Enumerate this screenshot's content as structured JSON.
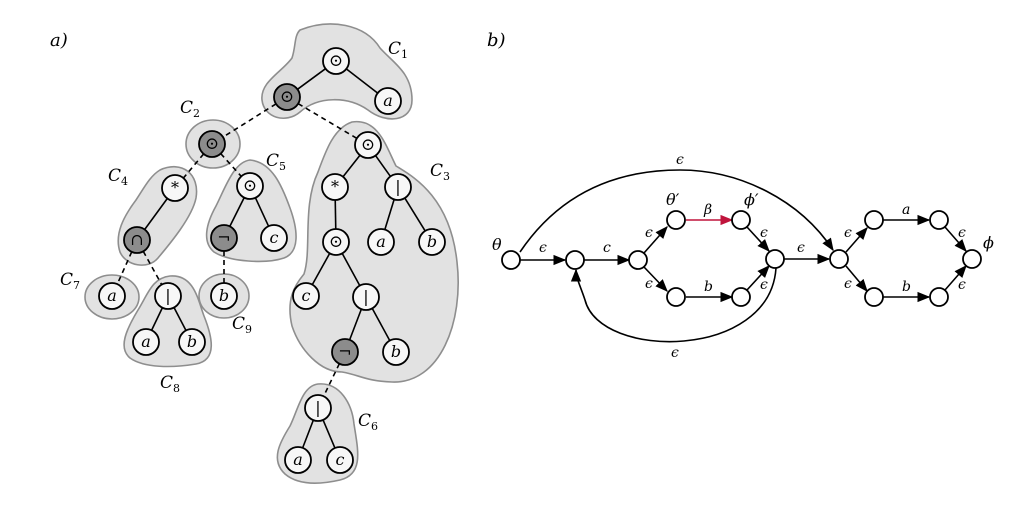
{
  "panel_a": {
    "label": "a)",
    "clusters": [
      {
        "id": "C1",
        "label": "C",
        "sub": "1"
      },
      {
        "id": "C2",
        "label": "C",
        "sub": "2"
      },
      {
        "id": "C3",
        "label": "C",
        "sub": "3"
      },
      {
        "id": "C4",
        "label": "C",
        "sub": "4"
      },
      {
        "id": "C5",
        "label": "C",
        "sub": "5"
      },
      {
        "id": "C6",
        "label": "C",
        "sub": "6"
      },
      {
        "id": "C7",
        "label": "C",
        "sub": "7"
      },
      {
        "id": "C8",
        "label": "C",
        "sub": "8"
      },
      {
        "id": "C9",
        "label": "C",
        "sub": "9"
      }
    ],
    "nodes": [
      {
        "id": "n1",
        "symbol": "⊙",
        "shade": "light",
        "italic": false
      },
      {
        "id": "n2",
        "symbol": "⊙",
        "shade": "dark",
        "italic": false
      },
      {
        "id": "n3",
        "symbol": "a",
        "shade": "light",
        "italic": true
      },
      {
        "id": "n4",
        "symbol": "⊙",
        "shade": "dark",
        "italic": false
      },
      {
        "id": "n5",
        "symbol": "⊙",
        "shade": "light",
        "italic": false
      },
      {
        "id": "n6",
        "symbol": "*",
        "shade": "light",
        "italic": false
      },
      {
        "id": "n7",
        "symbol": "⊙",
        "shade": "light",
        "italic": false
      },
      {
        "id": "n8",
        "symbol": "*",
        "shade": "light",
        "italic": false
      },
      {
        "id": "n9",
        "symbol": "|",
        "shade": "light",
        "italic": false
      },
      {
        "id": "n10",
        "symbol": "∩",
        "shade": "dark",
        "italic": false
      },
      {
        "id": "n11",
        "symbol": "¬",
        "shade": "dark",
        "italic": false
      },
      {
        "id": "n12",
        "symbol": "c",
        "shade": "light",
        "italic": true
      },
      {
        "id": "n13",
        "symbol": "⊙",
        "shade": "light",
        "italic": false
      },
      {
        "id": "n14",
        "symbol": "a",
        "shade": "light",
        "italic": true
      },
      {
        "id": "n15",
        "symbol": "b",
        "shade": "light",
        "italic": true
      },
      {
        "id": "n16",
        "symbol": "a",
        "shade": "light",
        "italic": true
      },
      {
        "id": "n17",
        "symbol": "|",
        "shade": "light",
        "italic": false
      },
      {
        "id": "n18",
        "symbol": "b",
        "shade": "light",
        "italic": true
      },
      {
        "id": "n19",
        "symbol": "c",
        "shade": "light",
        "italic": true
      },
      {
        "id": "n20",
        "symbol": "|",
        "shade": "light",
        "italic": false
      },
      {
        "id": "n21",
        "symbol": "a",
        "shade": "light",
        "italic": true
      },
      {
        "id": "n22",
        "symbol": "b",
        "shade": "light",
        "italic": true
      },
      {
        "id": "n23",
        "symbol": "¬",
        "shade": "dark",
        "italic": false
      },
      {
        "id": "n24",
        "symbol": "b",
        "shade": "light",
        "italic": true
      },
      {
        "id": "n25",
        "symbol": "|",
        "shade": "light",
        "italic": false
      },
      {
        "id": "n26",
        "symbol": "a",
        "shade": "light",
        "italic": true
      },
      {
        "id": "n27",
        "symbol": "c",
        "shade": "light",
        "italic": true
      }
    ],
    "edges": [
      {
        "from": "n1",
        "to": "n2",
        "style": "solid"
      },
      {
        "from": "n1",
        "to": "n3",
        "style": "solid"
      },
      {
        "from": "n2",
        "to": "n4",
        "style": "dashed"
      },
      {
        "from": "n2",
        "to": "n5",
        "style": "dashed"
      },
      {
        "from": "n4",
        "to": "n6",
        "style": "dashed"
      },
      {
        "from": "n4",
        "to": "n7",
        "style": "dashed"
      },
      {
        "from": "n6",
        "to": "n10",
        "style": "solid"
      },
      {
        "from": "n10",
        "to": "n16",
        "style": "dashed"
      },
      {
        "from": "n10",
        "to": "n17",
        "style": "dashed"
      },
      {
        "from": "n17",
        "to": "n21",
        "style": "solid"
      },
      {
        "from": "n17",
        "to": "n22",
        "style": "solid"
      },
      {
        "from": "n7",
        "to": "n11",
        "style": "solid"
      },
      {
        "from": "n7",
        "to": "n12",
        "style": "solid"
      },
      {
        "from": "n11",
        "to": "n18",
        "style": "dashed"
      },
      {
        "from": "n5",
        "to": "n8",
        "style": "solid"
      },
      {
        "from": "n5",
        "to": "n9",
        "style": "solid"
      },
      {
        "from": "n8",
        "to": "n13",
        "style": "solid"
      },
      {
        "from": "n9",
        "to": "n14",
        "style": "solid"
      },
      {
        "from": "n9",
        "to": "n15",
        "style": "solid"
      },
      {
        "from": "n13",
        "to": "n19",
        "style": "solid"
      },
      {
        "from": "n13",
        "to": "n20",
        "style": "solid"
      },
      {
        "from": "n20",
        "to": "n23",
        "style": "solid"
      },
      {
        "from": "n20",
        "to": "n24",
        "style": "solid"
      },
      {
        "from": "n23",
        "to": "n25",
        "style": "dashed"
      },
      {
        "from": "n25",
        "to": "n26",
        "style": "solid"
      },
      {
        "from": "n25",
        "to": "n27",
        "style": "solid"
      }
    ]
  },
  "panel_b": {
    "label": "b)",
    "state_labels": [
      {
        "id": "theta",
        "text": "θ"
      },
      {
        "id": "theta_prime",
        "text": "θ′"
      },
      {
        "id": "phi_prime",
        "text": "ϕ′"
      },
      {
        "id": "phi",
        "text": "ϕ"
      }
    ],
    "transitions": [
      {
        "id": "t-top",
        "label": "ϵ"
      },
      {
        "id": "t-theta-s2",
        "label": "ϵ"
      },
      {
        "id": "t-s2-s3",
        "label": "c"
      },
      {
        "id": "t-s3-thetap",
        "label": "ϵ"
      },
      {
        "id": "t-s3-s5",
        "label": "ϵ"
      },
      {
        "id": "t-thetap-phip",
        "label": "β",
        "color": "#c0143c"
      },
      {
        "id": "t-s5-s6",
        "label": "b"
      },
      {
        "id": "t-phip-s7",
        "label": "ϵ"
      },
      {
        "id": "t-s6-s7",
        "label": "ϵ"
      },
      {
        "id": "t-s7-s8",
        "label": "ϵ"
      },
      {
        "id": "t-loop",
        "label": "ϵ"
      },
      {
        "id": "t-s8-s9",
        "label": "ϵ"
      },
      {
        "id": "t-s8-s11",
        "label": "ϵ"
      },
      {
        "id": "t-s9-s10",
        "label": "a"
      },
      {
        "id": "t-s11-s12",
        "label": "b"
      },
      {
        "id": "t-s10-phi",
        "label": "ϵ"
      },
      {
        "id": "t-s12-phi",
        "label": "ϵ"
      }
    ]
  },
  "colors": {
    "cluster_fill": "#e2e2e2",
    "cluster_stroke": "#8e8e8e",
    "node_light": "#f7f7f7",
    "node_dark": "#8c8c8c",
    "beta_arrow": "#c0143c"
  }
}
